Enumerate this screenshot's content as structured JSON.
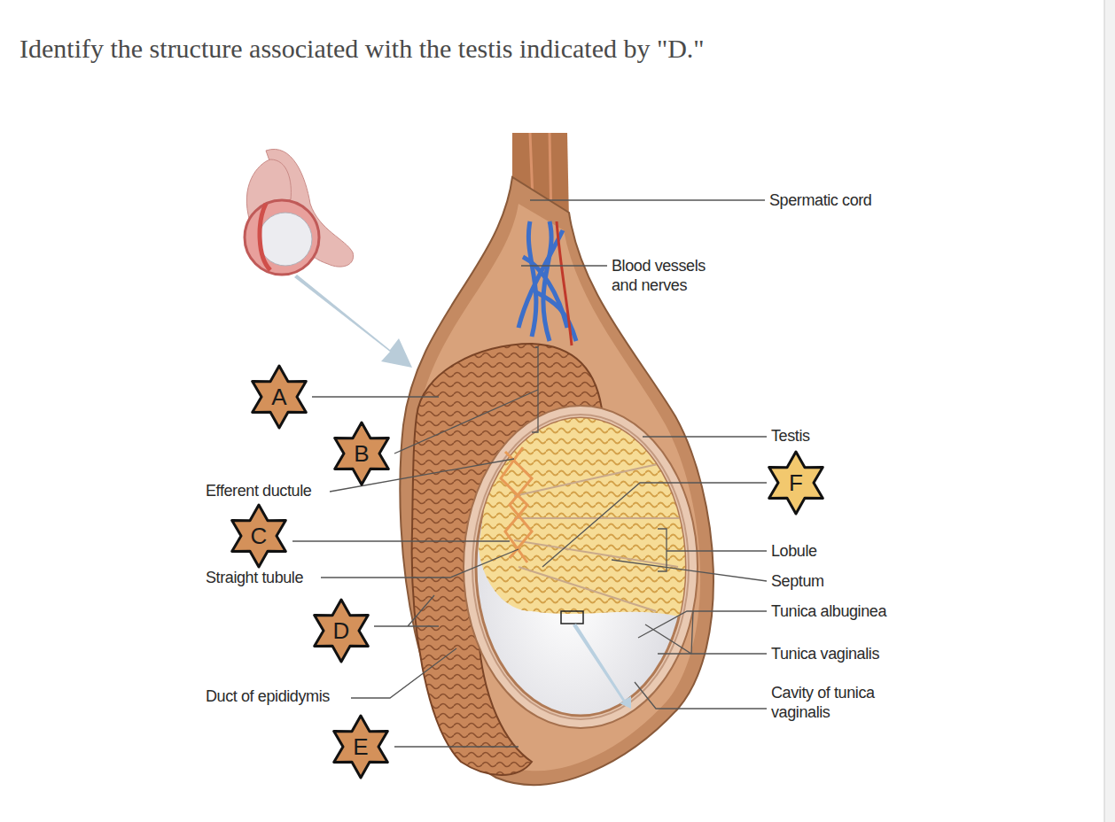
{
  "diagram": {
    "title": "Identify the structure associated with the testis indicated by \"D.\"",
    "nodes": [
      {
        "text": [
          "A"
        ]
      },
      {
        "text": [
          "B"
        ]
      },
      {
        "text": [
          "C"
        ]
      },
      {
        "text": [
          "D"
        ]
      },
      {
        "text": [
          "E"
        ]
      },
      {
        "text": [
          "F"
        ]
      }
    ],
    "labels": [
      "Spermatic cord",
      "Blood vessels and nerves",
      "Efferent ductule",
      "Straight tubule",
      "Duct of epididymis",
      "Testis",
      "Lobule",
      "Septum",
      "Tunica albuginea",
      "Tunica vaginalis",
      "Cavity of tunica vaginalis"
    ]
  }
}
